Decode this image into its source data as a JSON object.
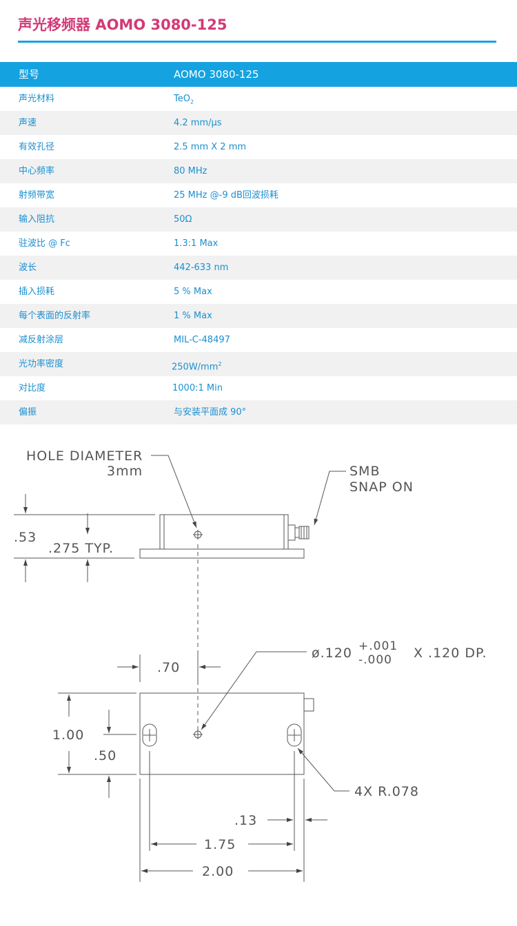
{
  "page": {
    "title": "声光移频器 AOMO 3080-125"
  },
  "spec_table": {
    "header": {
      "label": "型号",
      "value": "AOMO 3080-125"
    },
    "rows": [
      {
        "label": "声光材料",
        "value": "TeO",
        "sub": "2"
      },
      {
        "label": "声速",
        "value": "4.2 mm/µs"
      },
      {
        "label": "有效孔径",
        "value": "2.5 mm X 2 mm"
      },
      {
        "label": "中心频率",
        "value": "80 MHz"
      },
      {
        "label": "射频带宽",
        "value": "25 MHz @-9 dB回波损耗"
      },
      {
        "label": "输入阻抗",
        "value": "50Ω"
      },
      {
        "label": "驻波比 @ Fc",
        "value": "1.3:1 Max"
      },
      {
        "label": "波长",
        "value": "442-633 nm"
      },
      {
        "label": "插入损耗",
        "value": "5 % Max"
      },
      {
        "label": "每个表面的反射率",
        "value": " 1 % Max"
      },
      {
        "label": "减反射涂层",
        "value": " MIL-C-48497"
      },
      {
        "label": "光功率密度",
        "value": "250W/mm",
        "sup": "2"
      },
      {
        "label": "对比度",
        "value": "1000:1 Min"
      },
      {
        "label": "偏振",
        "value": "与安装平面成 90°"
      }
    ]
  },
  "drawing": {
    "hole_diameter_label": "HOLE DIAMETER",
    "hole_diameter_value": "3mm",
    "smb_line1": "SMB",
    "smb_line2": "SNAP ON",
    "dim_height_side": ".53",
    "dim_typ": ".275 TYP.",
    "dim_070": ".70",
    "dim_hole_prefix": "ø.120",
    "dim_hole_tol_plus": "+.001",
    "dim_hole_tol_minus": "-.000",
    "dim_hole_depth": "X .120 DP.",
    "dim_100": "1.00",
    "dim_050": ".50",
    "dim_slot_radius": "4X R.078",
    "dim_013": ".13",
    "dim_175": "1.75",
    "dim_200": "2.00"
  }
}
